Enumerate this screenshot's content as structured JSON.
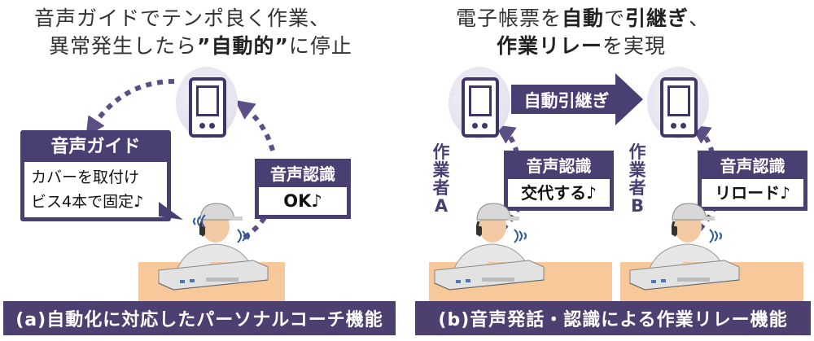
{
  "left": {
    "headline_line1": "音声ガイドでテンポ良く作業、",
    "headline_line2_pre": "異常発生したら",
    "headline_line2_bold": "”自動的”",
    "headline_line2_post": "に停止",
    "guide_title": "音声ガイド",
    "guide_line1": "カバーを取付け",
    "guide_line2": "ビス4本で固定♪",
    "recog_title": "音声認識",
    "recog_value": "OK♪",
    "caption": "(a)自動化に対応したパーソナルコーチ機能"
  },
  "right": {
    "headline_line1_pre": "電子帳票を",
    "headline_line1_bold1": "自動",
    "headline_line1_mid": "で",
    "headline_line1_bold2": "引継ぎ",
    "headline_line1_post": "、",
    "headline_line2_bold": "作業リレー",
    "headline_line2_post": "を実現",
    "arrow_label": "自動引継ぎ",
    "worker_a_label": "作業者A",
    "worker_b_label": "作業者B",
    "recog_a_title": "音声認識",
    "recog_a_value": "交代する♪",
    "recog_b_title": "音声認識",
    "recog_b_value": "リロード♪",
    "caption": "(b)音声発話・認識による作業リレー機能"
  },
  "colors": {
    "accent": "#4a3f72",
    "caption_bg": "#4d3f6f",
    "desk": "#f6c89a",
    "dotted_arrow": "#5c4f86"
  },
  "icons": [
    "tablet-icon",
    "dotted-arrow-icon",
    "block-arrow-icon",
    "worker-figure",
    "sound-waves-icon"
  ]
}
